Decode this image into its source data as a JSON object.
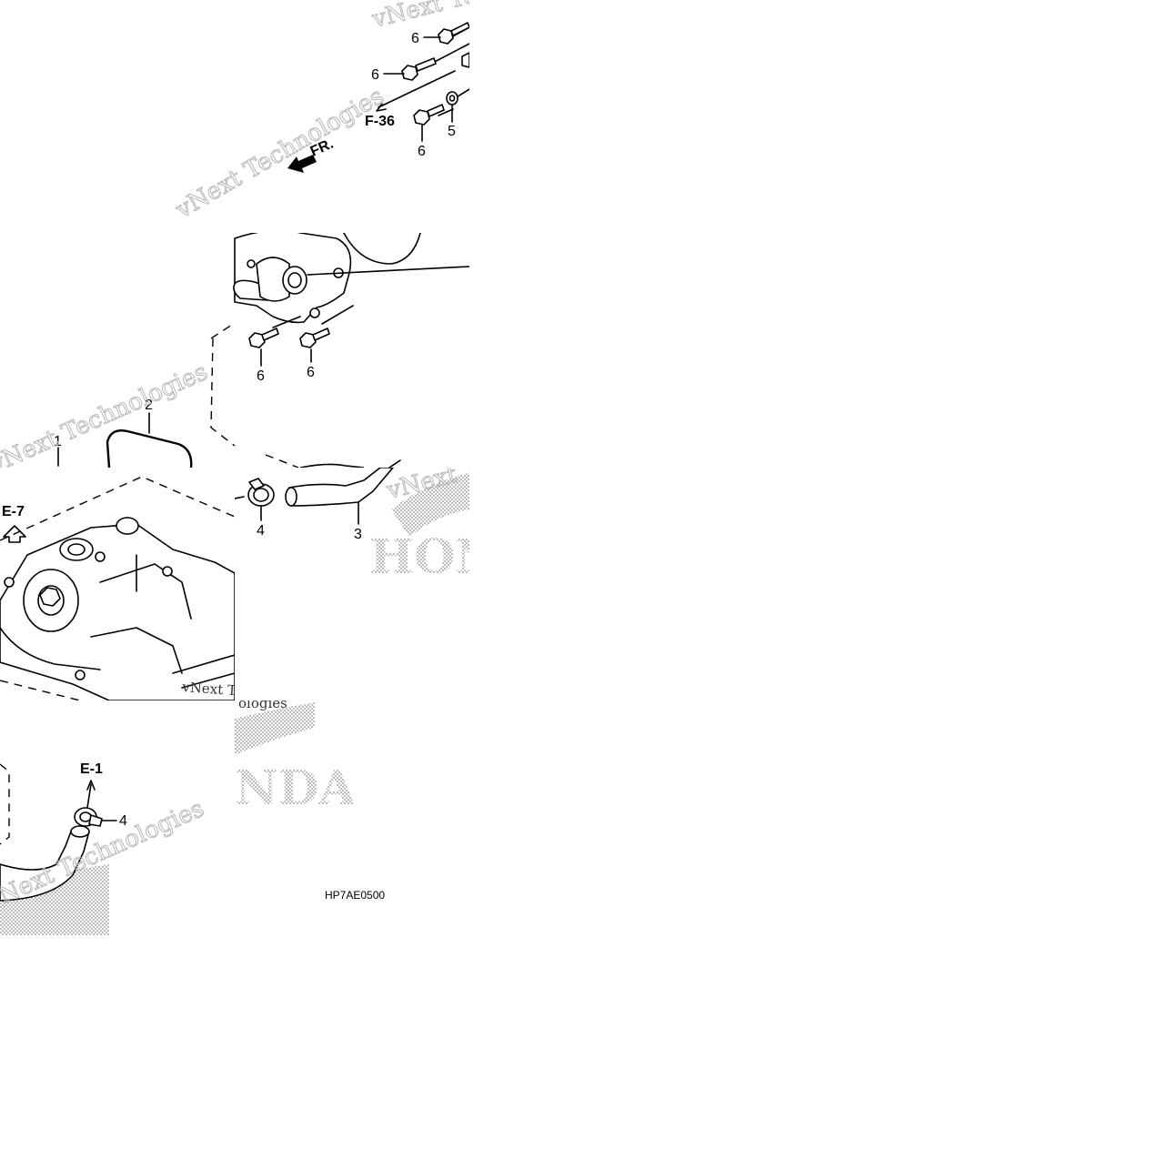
{
  "diagram": {
    "drawing_code": "HP7AE0500",
    "front_indicator": "FR.",
    "references": {
      "f36": "F-36",
      "e7": "E-7",
      "e1": "E-1"
    },
    "callouts": {
      "bolt_a": "6",
      "bolt_b": "6",
      "bolt_c": "6",
      "bolt_d": "6",
      "bolt_e": "6",
      "washer": "5",
      "o_ring_1": "1",
      "o_ring_2": "2",
      "hose": "3",
      "clamp_a": "4",
      "clamp_b": "4"
    },
    "watermarks": {
      "w1": "vNext Technologies",
      "w2": "vNext Technologies",
      "w3": "vNext Technologies",
      "w4": "vNext Technologies",
      "w5": "vNext Technologies"
    },
    "logo": {
      "top_fragment": "HON",
      "bottom_fragment": "NDA"
    }
  }
}
